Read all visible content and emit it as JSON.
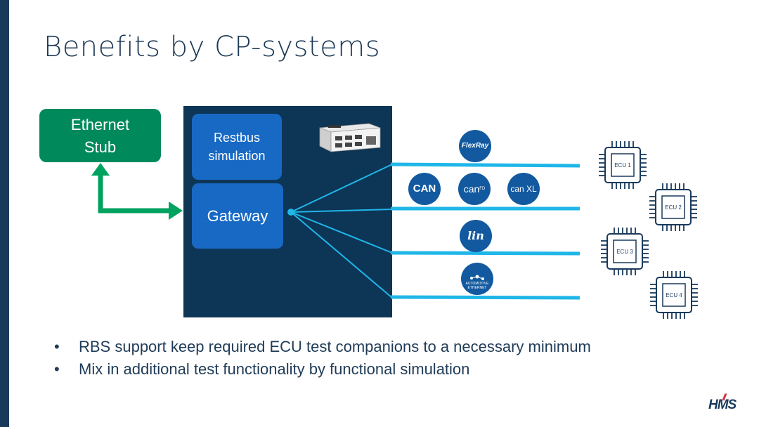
{
  "slide": {
    "title": "Benefits by CP-systems"
  },
  "diagram": {
    "ethernet_stub": "Ethernet\nStub",
    "restbus": "Restbus\nsimulation",
    "gateway": "Gateway",
    "protocols": {
      "flexray": "FlexRay",
      "can": "CAN",
      "canfd": "can",
      "canfd_sup": "FD",
      "canxl": "can XL",
      "lin": "lin",
      "auto_eth_line1": "AUTOMOTIVE",
      "auto_eth_line2": "ETHERNET"
    },
    "ecus": [
      "ECU 1",
      "ECU 2",
      "ECU 3",
      "ECU 4"
    ],
    "colors": {
      "stub_green": "#008a5b",
      "panel_dark": "#0d3556",
      "box_blue": "#1769c4",
      "line_cyan": "#1fb6e8",
      "arrow_green": "#00a260"
    }
  },
  "bullets": [
    "RBS support keep required ECU test companions to a necessary minimum",
    "Mix in additional test functionality by functional simulation"
  ],
  "logo": {
    "text": "HMS"
  }
}
